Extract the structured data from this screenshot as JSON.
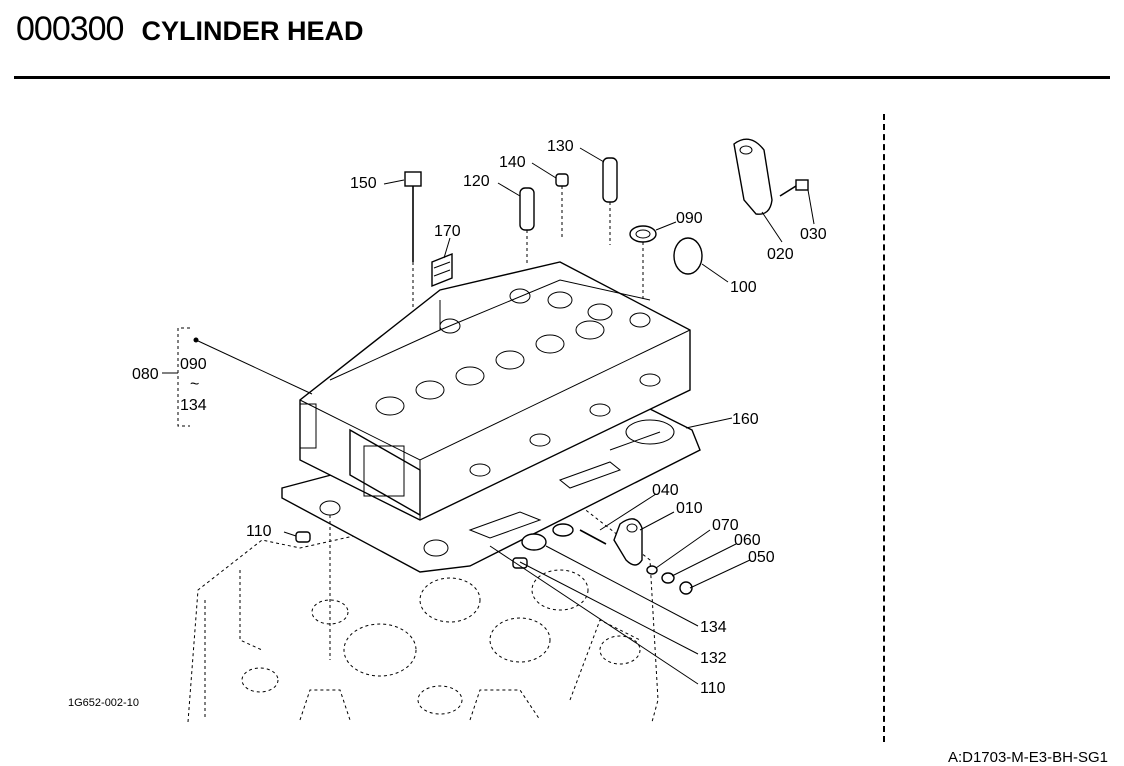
{
  "header": {
    "code": "000300",
    "title": "CYLINDER HEAD"
  },
  "figure_ref": "1G652-002-10",
  "document_ref": "A:D1703-M-E3-BH-SG1",
  "group": {
    "label": "080",
    "range_start": "090",
    "range_tilde": "~",
    "range_end": "134"
  },
  "callouts": [
    "150",
    "170",
    "120",
    "140",
    "130",
    "090",
    "100",
    "020",
    "030",
    "160",
    "040",
    "010",
    "070",
    "060",
    "050",
    "110",
    "134",
    "132",
    "110"
  ]
}
